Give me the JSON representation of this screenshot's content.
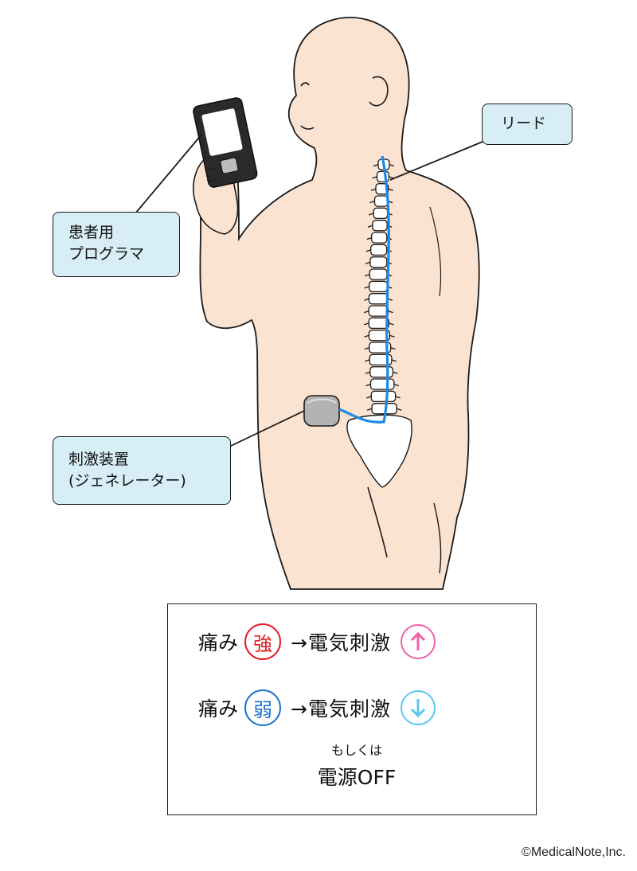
{
  "labels": {
    "lead": "リード",
    "patient_programmer": "患者用\nプログラマ",
    "stimulator": "刺激装置\n(ジェネレーター)"
  },
  "legend": {
    "strong_row": {
      "pain": "痛み",
      "badge": "強",
      "result": "→電気刺激",
      "direction_icon": "arrow-up-icon",
      "color": "#e21d25",
      "arrow_color": "#f060a8"
    },
    "weak_row": {
      "pain": "痛み",
      "badge": "弱",
      "result": "→電気刺激",
      "direction_icon": "arrow-down-icon",
      "color": "#1d73c9",
      "arrow_color": "#5cc6ee"
    },
    "alternative_small": "もしくは",
    "alternative_main": "電源OFF"
  },
  "credit": "©MedicalNote,Inc.",
  "colors": {
    "skin": "#fbe3d2",
    "callout_fill": "#d8eef6",
    "lead_wire": "#1e88e5"
  }
}
